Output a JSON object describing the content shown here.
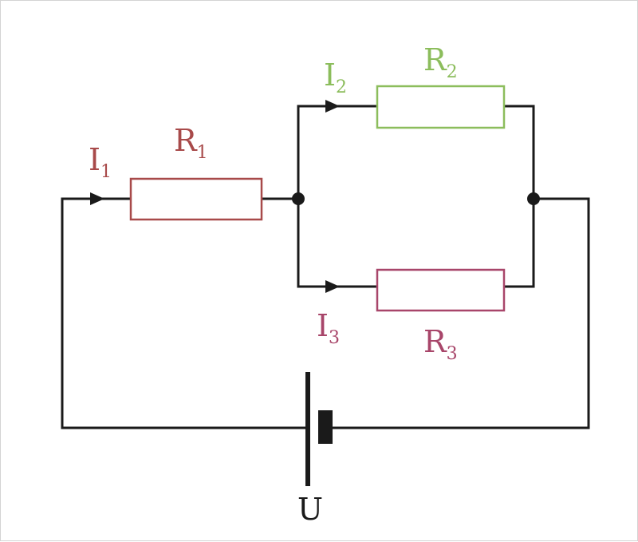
{
  "diagram": {
    "components": {
      "r1": {
        "letter": "R",
        "sub": "1",
        "color": "#a84a4a"
      },
      "r2": {
        "letter": "R",
        "sub": "2",
        "color": "#8cbd5c"
      },
      "r3": {
        "letter": "R",
        "sub": "3",
        "color": "#a8466a"
      }
    },
    "currents": {
      "i1": {
        "letter": "I",
        "sub": "1",
        "color": "#a84a4a"
      },
      "i2": {
        "letter": "I",
        "sub": "2",
        "color": "#8cbd5c"
      },
      "i3": {
        "letter": "I",
        "sub": "3",
        "color": "#a8466a"
      }
    },
    "source": {
      "label": "U"
    },
    "wire_color": "#1a1a1a"
  }
}
